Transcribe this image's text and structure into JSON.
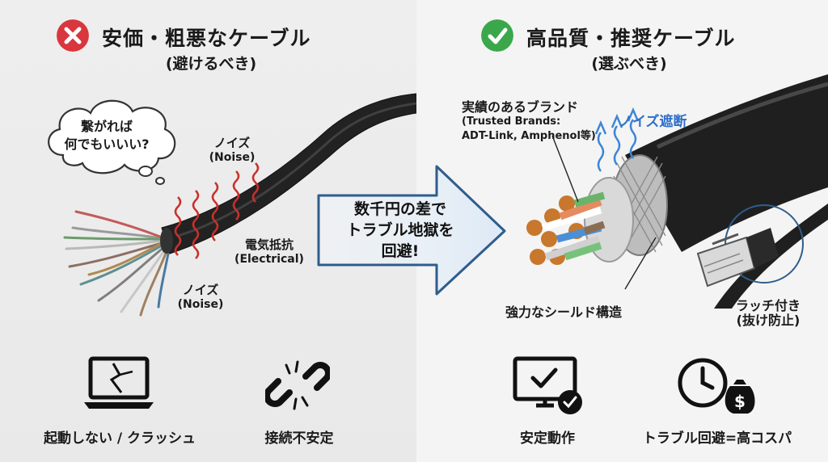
{
  "left": {
    "title": "安価・粗悪なケーブル",
    "subtitle": "(避けるべき)",
    "cloud_text": [
      "繋がれば",
      "何でもいいい?"
    ],
    "noise_label_1": {
      "jp": "ノイズ",
      "en": "(Noise)"
    },
    "resistance_label": {
      "jp": "電気抵抗",
      "en": "(Electrical)"
    },
    "noise_label_2": {
      "jp": "ノイズ",
      "en": "(Noise)"
    },
    "bottom_items": [
      {
        "icon": "broken-laptop-icon",
        "caption": "起動しない / クラッシュ"
      },
      {
        "icon": "broken-link-icon",
        "caption": "接続不安定"
      }
    ]
  },
  "middle_arrow": {
    "lines": [
      "数千円の差で",
      "トラブル地獄を",
      "回避!"
    ]
  },
  "right": {
    "title": "高品質・推奨ケーブル",
    "subtitle": "(選ぶべき)",
    "brand_label": {
      "jp": "実績のあるブランド",
      "en1": "(Trusted Brands:",
      "en2": "ADT-Link, Amphenol等)"
    },
    "noise_block_label": "ノイズ遮断",
    "shield_label": "強力なシールド構造",
    "latch_label": [
      "ラッチ付き",
      "(抜け防止)"
    ],
    "bottom_items": [
      {
        "icon": "monitor-check-icon",
        "caption": "安定動作"
      },
      {
        "icon": "clock-money-icon",
        "caption": "トラブル回避=高コスパ"
      }
    ]
  },
  "colors": {
    "bad": "#d9363e",
    "good": "#3aa84a",
    "arrow": "#2f5d8c",
    "noise_red": "#c9302c",
    "noise_blue": "#3d86d6"
  }
}
